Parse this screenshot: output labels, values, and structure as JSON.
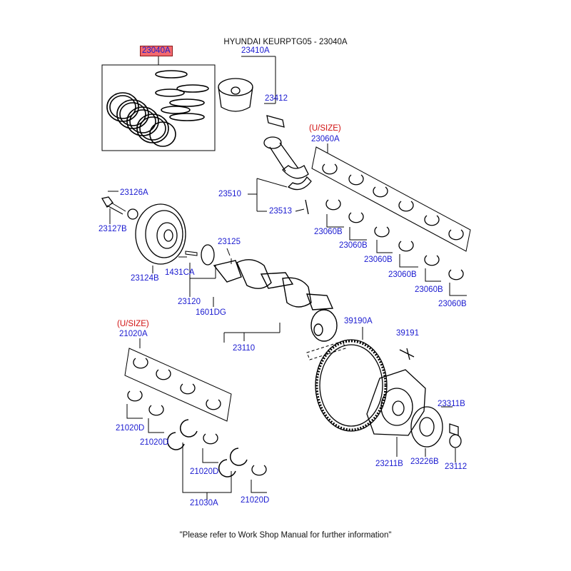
{
  "title": "HYUNDAI KEURPTG05 - 23040A",
  "footer": "\"Please refer to Work Shop Manual for further information\"",
  "colors": {
    "label": "#1a1ad0",
    "undersize": "#d01010",
    "highlight": "#f2686e",
    "line": "#000000"
  },
  "labels": {
    "p23040A": "23040A",
    "p23410A": "23410A",
    "p23412": "23412",
    "usize1": "(U/SIZE)",
    "p23060A": "23060A",
    "p23126A": "23126A",
    "p23127B": "23127B",
    "p23124B": "23124B",
    "p23510": "23510",
    "p23513": "23513",
    "p23060B_1": "23060B",
    "p23060B_2": "23060B",
    "p23060B_3": "23060B",
    "p23060B_4": "23060B",
    "p23060B_5": "23060B",
    "p23060B_6": "23060B",
    "p23125": "23125",
    "p1431CA": "1431CA",
    "p23120": "23120",
    "p1601DG": "1601DG",
    "p23110": "23110",
    "usize2": "(U/SIZE)",
    "p21020A": "21020A",
    "p39190A": "39190A",
    "p39191": "39191",
    "p23311B": "23311B",
    "p21020D_1": "21020D",
    "p21020D_2": "21020D",
    "p21020D_3": "21020D",
    "p21020D_4": "21020D",
    "p21030A": "21030A",
    "p23211B": "23211B",
    "p23226B": "23226B",
    "p23112": "23112"
  }
}
